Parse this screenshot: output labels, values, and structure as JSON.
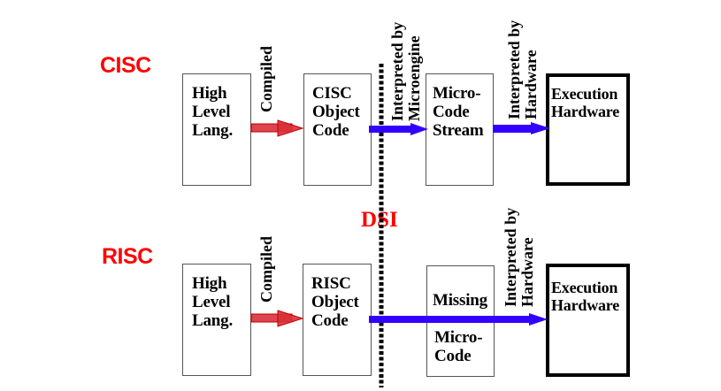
{
  "colors": {
    "arch_label": "#ff0000",
    "dsi_label": "#ff0000",
    "compile_arrow_fill": "#d9303a",
    "compile_arrow_stroke": "#c00000",
    "interpret_arrow": "#3300ff",
    "divider": "#000000"
  },
  "cisc": {
    "label": "CISC",
    "boxes": [
      {
        "id": "hll",
        "text": "High\nLevel\nLang."
      },
      {
        "id": "object",
        "text": "CISC\nObject\nCode"
      },
      {
        "id": "microcode",
        "text": "Micro-\nCode\nStream"
      },
      {
        "id": "exec",
        "text": "Execution\nHardware"
      }
    ],
    "arrows": [
      {
        "from": "hll",
        "to": "object",
        "label": "Compiled",
        "kind": "compile"
      },
      {
        "from": "object",
        "to": "microcode",
        "label": "Interpreted by\nMicroengine",
        "kind": "interpret"
      },
      {
        "from": "microcode",
        "to": "exec",
        "label": "Interpreted by\nHardware",
        "kind": "interpret"
      }
    ]
  },
  "risc": {
    "label": "RISC",
    "boxes": [
      {
        "id": "hll",
        "text": "High\nLevel\nLang."
      },
      {
        "id": "object",
        "text": "RISC\nObject\nCode"
      },
      {
        "id": "missing_top",
        "text": "Missing"
      },
      {
        "id": "missing_bottom",
        "text": "Micro-\nCode"
      },
      {
        "id": "exec",
        "text": "Execution\nHardware"
      }
    ],
    "arrows": [
      {
        "from": "hll",
        "to": "object",
        "label": "Compiled",
        "kind": "compile"
      },
      {
        "from": "object",
        "to": "exec",
        "label": "Interpreted by\nHardware",
        "kind": "interpret"
      }
    ]
  },
  "divider": {
    "label": "DSI",
    "style": "dotted"
  }
}
